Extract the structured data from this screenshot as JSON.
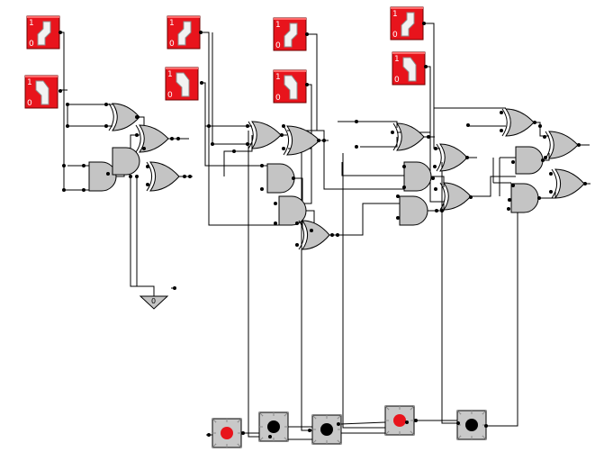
{
  "switches": [
    {
      "id": "sw1",
      "high": "1",
      "low": "0",
      "state": "up"
    },
    {
      "id": "sw2",
      "high": "1",
      "low": "0",
      "state": "down"
    },
    {
      "id": "sw3",
      "high": "1",
      "low": "0",
      "state": "up"
    },
    {
      "id": "sw4",
      "high": "1",
      "low": "0",
      "state": "down"
    },
    {
      "id": "sw5",
      "high": "1",
      "low": "0",
      "state": "up"
    },
    {
      "id": "sw6",
      "high": "1",
      "low": "0",
      "state": "down"
    },
    {
      "id": "sw7",
      "high": "1",
      "low": "0",
      "state": "up"
    },
    {
      "id": "sw8",
      "high": "1",
      "low": "0",
      "state": "down"
    }
  ],
  "ground": {
    "label": "0"
  },
  "outputs": [
    {
      "id": "led1",
      "state": "on"
    },
    {
      "id": "led2",
      "state": "off"
    },
    {
      "id": "led3",
      "state": "off"
    },
    {
      "id": "led4",
      "state": "on"
    },
    {
      "id": "led5",
      "state": "off"
    }
  ],
  "colors": {
    "switch": "#e8141c",
    "gate": "#c4c4c4",
    "led_on": "#e8141c",
    "led_off": "#000000"
  }
}
